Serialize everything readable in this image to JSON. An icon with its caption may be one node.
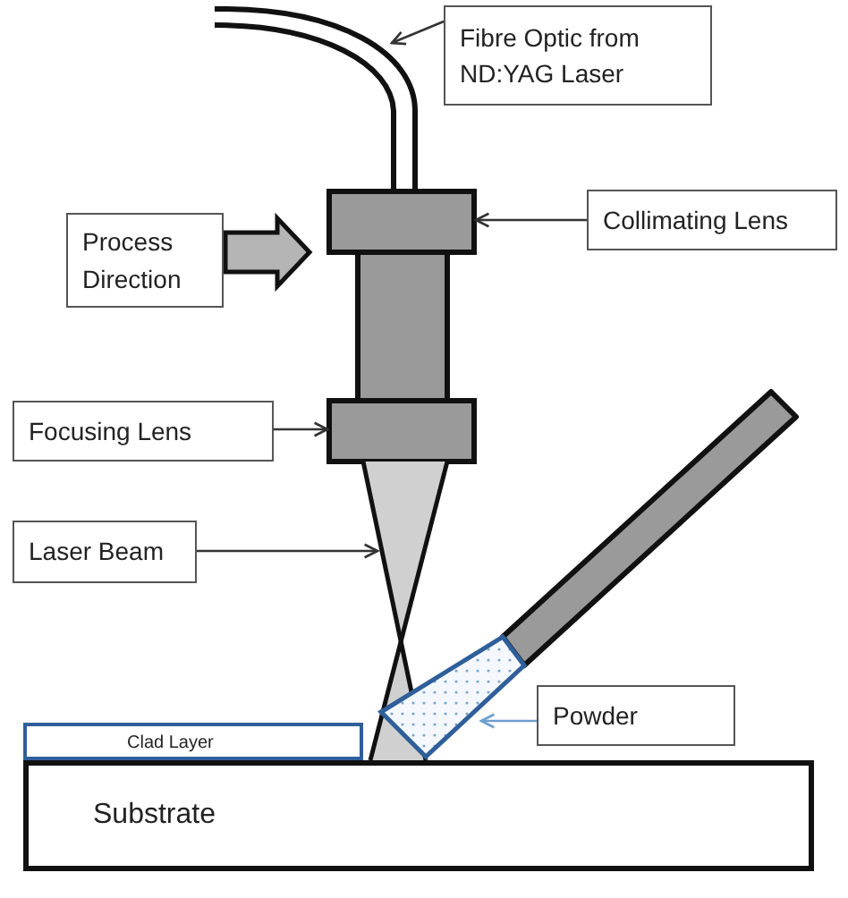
{
  "diagram": {
    "nodes": [
      {
        "text": [
          "Fibre Optic from ND:YAG Laser"
        ]
      },
      {
        "text": [],
        "shape": "tube"
      },
      {
        "text": [
          "Collimating Lens"
        ]
      },
      {
        "text": [],
        "shape": "box"
      },
      {
        "text": [
          "Process Direction"
        ]
      },
      {
        "text": [],
        "shape": "box"
      },
      {
        "text": [
          "Focusing Lens"
        ]
      },
      {
        "text": [],
        "shape": "box"
      },
      {
        "text": [
          "Laser Beam"
        ]
      },
      {
        "text": [],
        "shape": "triangle"
      },
      {
        "text": [],
        "shape": "bar"
      },
      {
        "text": [
          "Powder"
        ]
      },
      {
        "text": [],
        "shape": "trapezoid"
      },
      {
        "text": [
          "Clad Layer"
        ]
      },
      {
        "text": [
          "Substrate"
        ]
      }
    ],
    "edges": [
      {
        "from": 0,
        "to": 1,
        "arrow": "to"
      },
      {
        "from": 2,
        "to": 3,
        "arrow": "to"
      },
      {
        "from": 6,
        "to": 7,
        "arrow": "to"
      },
      {
        "from": 8,
        "to": 9,
        "arrow": "to"
      },
      {
        "from": 11,
        "to": 12,
        "arrow": "to",
        "color": "#6f9fd0"
      },
      {
        "from": 4,
        "to": null,
        "arrow": "to",
        "style": "thick"
      }
    ]
  }
}
